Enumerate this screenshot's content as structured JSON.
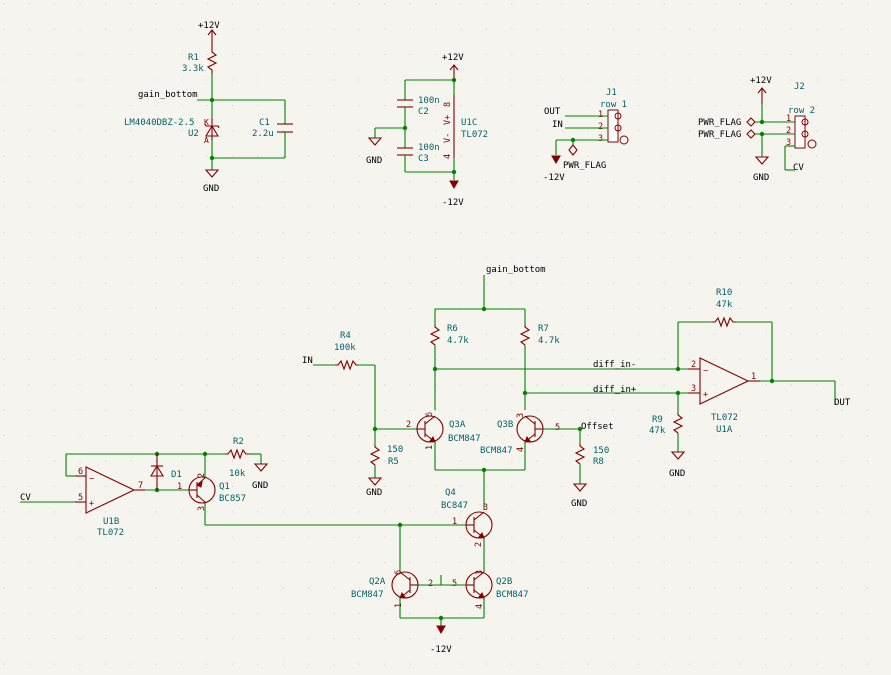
{
  "nets": {
    "p12_top": "+12V",
    "gain_bottom_left": "gain_bottom",
    "gnd": "GND",
    "p12_u1c": "+12V",
    "m12_u1c": "-12V",
    "j1_out": "OUT",
    "j1_in": "IN",
    "pwr_flag": "PWR_FLAG",
    "m12_j1": "-12V",
    "p12_j2": "+12V",
    "cv": "CV",
    "gain_bottom_main": "gain_bottom",
    "diff_in_minus": "diff_in-",
    "diff_in_plus": "diff_in+",
    "out": "OUT",
    "in": "IN",
    "offset": "Offset",
    "m12_bottom": "-12V"
  },
  "components": {
    "R1": {
      "ref": "R1",
      "value": "3.3k"
    },
    "U2": {
      "ref": "U2",
      "value": "LM4040DBZ-2.5"
    },
    "C1": {
      "ref": "C1",
      "value": "2.2u"
    },
    "C2": {
      "ref": "C2",
      "value": "100n"
    },
    "C3": {
      "ref": "C3",
      "value": "100n"
    },
    "U1C": {
      "ref": "U1C",
      "value": "TL072",
      "pin_vplus": "V+",
      "pin_vminus": "V-"
    },
    "J1": {
      "ref": "J1",
      "value": "row 1"
    },
    "J2": {
      "ref": "J2",
      "value": "row 2"
    },
    "R4": {
      "ref": "R4",
      "value": "100k"
    },
    "R5": {
      "ref": "R5",
      "value": "150"
    },
    "R6": {
      "ref": "R6",
      "value": "4.7k"
    },
    "R7": {
      "ref": "R7",
      "value": "4.7k"
    },
    "R8": {
      "ref": "R8",
      "value": "150"
    },
    "R9": {
      "ref": "R9",
      "value": "47k"
    },
    "R10": {
      "ref": "R10",
      "value": "47k"
    },
    "R2": {
      "ref": "R2",
      "value": "10k"
    },
    "Q1": {
      "ref": "Q1",
      "value": "BC857"
    },
    "D1": {
      "ref": "D1"
    },
    "U1B": {
      "ref": "U1B",
      "value": "TL072"
    },
    "U1A": {
      "ref": "U1A",
      "value": "TL072"
    },
    "Q3A": {
      "ref": "Q3A",
      "value": "BCM847"
    },
    "Q3B": {
      "ref": "Q3B",
      "value": "BCM847"
    },
    "Q4": {
      "ref": "Q4",
      "value": "BC847"
    },
    "Q2A": {
      "ref": "Q2A",
      "value": "BCM847"
    },
    "Q2B": {
      "ref": "Q2B",
      "value": "BCM847"
    }
  },
  "pins": {
    "u2_c": "K",
    "u2_a": "A",
    "u1c_8": "8",
    "u1c_4": "4",
    "j1_1": "1",
    "j1_2": "2",
    "j1_3": "3",
    "j2_1": "1",
    "j2_2": "2",
    "j2_3": "3",
    "u1a_2": "2",
    "u1a_3": "3",
    "u1a_1": "1",
    "u1b_6": "6",
    "u1b_5": "5",
    "u1b_7": "7",
    "q1_1": "1",
    "q1_2": "2",
    "q1_3": "3",
    "q3a_2": "2",
    "q3a_6": "6",
    "q3a_1": "1",
    "q3b_3": "3",
    "q3b_5": "5",
    "q3b_4": "4",
    "q4_1": "1",
    "q4_3": "3",
    "q4_2": "2",
    "q2a_6": "6",
    "q2a_2": "2",
    "q2a_1": "1",
    "q2b_5": "5",
    "q2b_3": "3",
    "q2b_4": "4",
    "minus": "−",
    "plus": "+"
  },
  "colors": {
    "background": "#f5f4ef",
    "wire": "#008400",
    "symbol": "#840000",
    "reference": "#006464",
    "text": "#000000"
  }
}
